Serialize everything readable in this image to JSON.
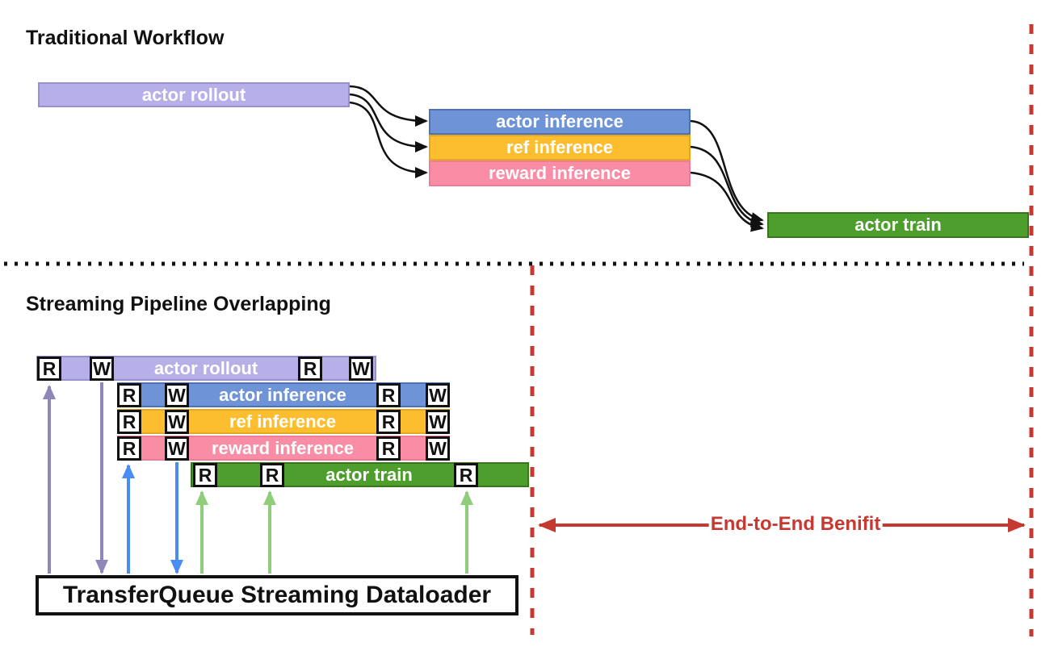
{
  "palette": {
    "rollout_fill": "#b7afe8",
    "rollout_border": "#9890cc",
    "actor_inference_fill": "#6e93d6",
    "actor_inference_border": "#4d72b8",
    "ref_inference_fill": "#fcbd2e",
    "ref_inference_border": "#e3a81f",
    "reward_inference_fill": "#f98da6",
    "reward_inference_border": "#ef7b96",
    "train_fill": "#4d9e2d",
    "train_border": "#37761c",
    "purple_arrow": "#8f87ba",
    "blue_arrow": "#4a8cf5",
    "green_arrow": "#90cd7a",
    "red_accent": "#c63931",
    "black": "#111111",
    "bar_text": "#ffffff"
  },
  "traditional": {
    "title": "Traditional Workflow",
    "bars": {
      "rollout": "actor rollout",
      "actor_inference": "actor inference",
      "ref_inference": "ref inference",
      "reward_inference": "reward inference",
      "train": "actor train"
    }
  },
  "streaming": {
    "title": "Streaming Pipeline Overlapping",
    "bars": {
      "rollout": "actor rollout",
      "actor_inference": "actor inference",
      "ref_inference": "ref inference",
      "reward_inference": "reward inference",
      "train": "actor train"
    },
    "markers": {
      "read": "R",
      "write": "W"
    },
    "dataloader_label": "TransferQueue Streaming Dataloader",
    "benefit_label": "End-to-End Benifit"
  }
}
